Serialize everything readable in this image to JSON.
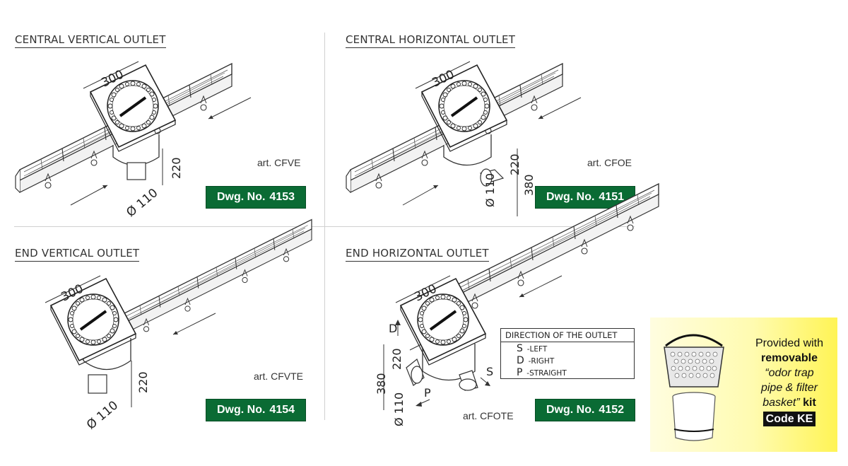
{
  "panels": [
    {
      "title": "CENTRAL VERTICAL OUTLET",
      "art": "art. CFVE",
      "dwg_label": "Dwg. No.",
      "dwg_no": "4153",
      "dim_top": "300",
      "dim_height": "220",
      "dim_dia": "Ø 110"
    },
    {
      "title": "CENTRAL HORIZONTAL OUTLET",
      "art": "art. CFOE",
      "dwg_label": "Dwg. No.",
      "dwg_no": "4151",
      "dim_top": "300",
      "dim_height": "220",
      "dim_total": "380",
      "dim_dia": "Ø 110"
    },
    {
      "title": "END VERTICAL OUTLET",
      "art": "art. CFVTE",
      "dwg_label": "Dwg. No.",
      "dwg_no": "4154",
      "dim_top": "300",
      "dim_height": "220",
      "dim_dia": "Ø 110"
    },
    {
      "title": "END HORIZONTAL OUTLET",
      "art": "art. CFOTE",
      "dwg_label": "Dwg. No.",
      "dwg_no": "4152",
      "dim_top": "300",
      "dim_height": "220",
      "dim_total": "380",
      "dim_dia": "Ø 110",
      "dir_d": "D",
      "dir_s": "S",
      "dir_p": "P"
    }
  ],
  "legend": {
    "heading": "DIRECTION OF THE OUTLET",
    "rows": [
      {
        "letter": "S",
        "text": "-LEFT"
      },
      {
        "letter": "D",
        "text": "-RIGHT"
      },
      {
        "letter": "P",
        "text": "-STRAIGHT"
      }
    ]
  },
  "kit": {
    "line1": "Provided with",
    "line2": "removable",
    "line3": "“odor trap",
    "line4": "pipe & filter",
    "line5": "basket”",
    "line5b": "kit",
    "code": "Code KE"
  },
  "colors": {
    "dwg_bg": "#0a6b34",
    "kit_bg": "#fff455"
  }
}
